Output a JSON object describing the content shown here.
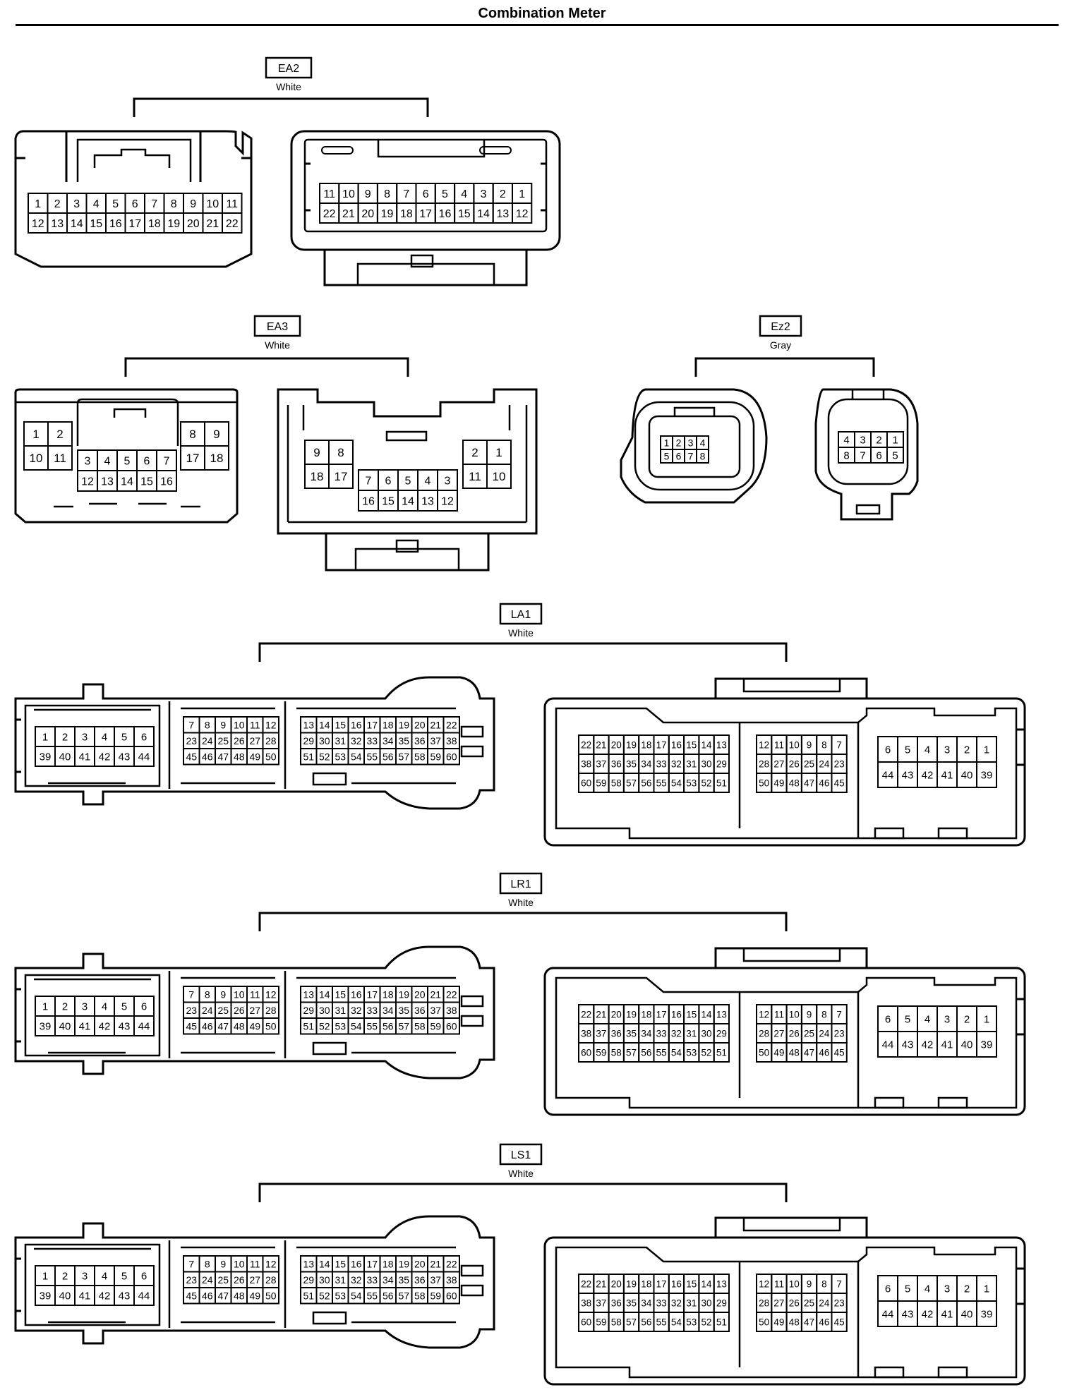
{
  "page_title": "Combination Meter",
  "connectors": [
    {
      "id": "EA2",
      "code": "EA2",
      "color": "White"
    },
    {
      "id": "EA3",
      "code": "EA3",
      "color": "White"
    },
    {
      "id": "EZ2",
      "code": "Ez2",
      "color": "Gray"
    },
    {
      "id": "LA1",
      "code": "LA1",
      "color": "White"
    },
    {
      "id": "LR1",
      "code": "LR1",
      "color": "White"
    },
    {
      "id": "LS1",
      "code": "LS1",
      "color": "White"
    }
  ],
  "pin_layouts": {
    "EA2_female": [
      [
        "1",
        "2",
        "3",
        "4",
        "5",
        "6",
        "7",
        "8",
        "9",
        "10",
        "11"
      ],
      [
        "12",
        "13",
        "14",
        "15",
        "16",
        "17",
        "18",
        "19",
        "20",
        "21",
        "22"
      ]
    ],
    "EA2_male": [
      [
        "11",
        "10",
        "9",
        "8",
        "7",
        "6",
        "5",
        "4",
        "3",
        "2",
        "1"
      ],
      [
        "22",
        "21",
        "20",
        "19",
        "18",
        "17",
        "16",
        "15",
        "14",
        "13",
        "12"
      ]
    ],
    "EA3_female_left": [
      [
        "1",
        "2"
      ],
      [
        "10",
        "11"
      ]
    ],
    "EA3_female_mid": [
      [
        "3",
        "4",
        "5",
        "6",
        "7"
      ],
      [
        "12",
        "13",
        "14",
        "15",
        "16"
      ]
    ],
    "EA3_female_right": [
      [
        "8",
        "9"
      ],
      [
        "17",
        "18"
      ]
    ],
    "EA3_male_left": [
      [
        "9",
        "8"
      ],
      [
        "18",
        "17"
      ]
    ],
    "EA3_male_mid": [
      [
        "7",
        "6",
        "5",
        "4",
        "3"
      ],
      [
        "16",
        "15",
        "14",
        "13",
        "12"
      ]
    ],
    "EA3_male_right": [
      [
        "2",
        "1"
      ],
      [
        "11",
        "10"
      ]
    ],
    "EZ2_female": [
      [
        "1",
        "2",
        "3",
        "4"
      ],
      [
        "5",
        "6",
        "7",
        "8"
      ]
    ],
    "EZ2_male": [
      [
        "4",
        "3",
        "2",
        "1"
      ],
      [
        "8",
        "7",
        "6",
        "5"
      ]
    ],
    "L_female_a": [
      [
        "1",
        "2",
        "3",
        "4",
        "5",
        "6"
      ],
      [
        "39",
        "40",
        "41",
        "42",
        "43",
        "44"
      ]
    ],
    "L_female_b": [
      [
        "7",
        "8",
        "9",
        "10",
        "11",
        "12"
      ],
      [
        "23",
        "24",
        "25",
        "26",
        "27",
        "28"
      ],
      [
        "45",
        "46",
        "47",
        "48",
        "49",
        "50"
      ]
    ],
    "L_female_c": [
      [
        "13",
        "14",
        "15",
        "16",
        "17",
        "18",
        "19",
        "20",
        "21",
        "22"
      ],
      [
        "29",
        "30",
        "31",
        "32",
        "33",
        "34",
        "35",
        "36",
        "37",
        "38"
      ],
      [
        "51",
        "52",
        "53",
        "54",
        "55",
        "56",
        "57",
        "58",
        "59",
        "60"
      ]
    ],
    "L_male_a": [
      [
        "22",
        "21",
        "20",
        "19",
        "18",
        "17",
        "16",
        "15",
        "14",
        "13"
      ],
      [
        "38",
        "37",
        "36",
        "35",
        "34",
        "33",
        "32",
        "31",
        "30",
        "29"
      ],
      [
        "60",
        "59",
        "58",
        "57",
        "56",
        "55",
        "54",
        "53",
        "52",
        "51"
      ]
    ],
    "L_male_b": [
      [
        "12",
        "11",
        "10",
        "9",
        "8",
        "7"
      ],
      [
        "28",
        "27",
        "26",
        "25",
        "24",
        "23"
      ],
      [
        "50",
        "49",
        "48",
        "47",
        "46",
        "45"
      ]
    ],
    "L_male_c": [
      [
        "6",
        "5",
        "4",
        "3",
        "2",
        "1"
      ],
      [
        "44",
        "43",
        "42",
        "41",
        "40",
        "39"
      ]
    ]
  }
}
